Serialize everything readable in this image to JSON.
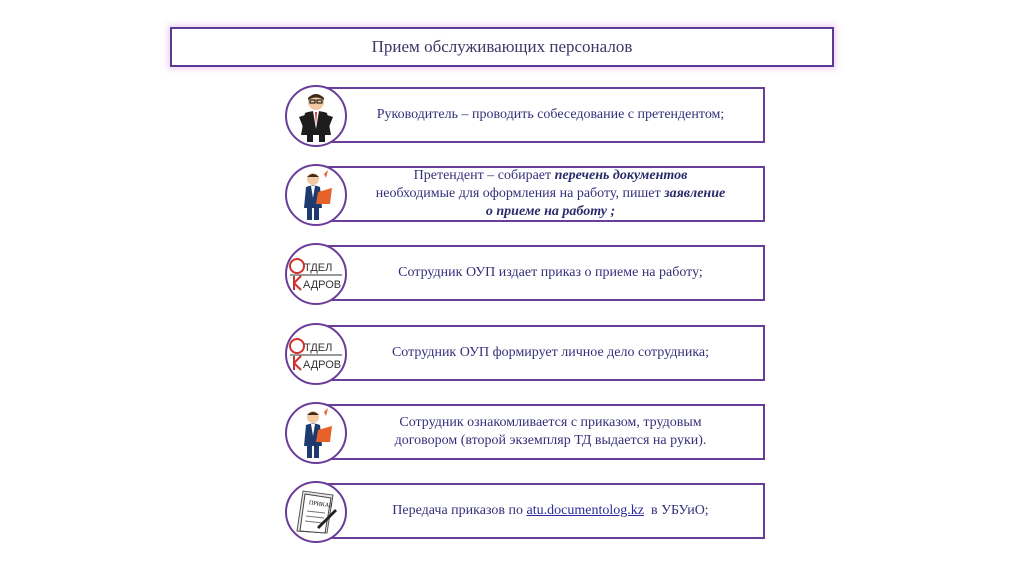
{
  "title": "Прием обслуживающих персоналов",
  "icons": {
    "manager": "businessman-icon",
    "applicant": "person-with-folder-icon",
    "hr": "hr-department-logo-icon",
    "document": "document-with-pen-icon"
  },
  "hr_logo": {
    "line1": "ТДЕЛ",
    "line2": "АДРОВ"
  },
  "document_label": "ПРИКАЗ",
  "steps": [
    {
      "text": "Руководитель – проводить собеседование с претендентом;"
    },
    {
      "text_a": "Претендент – собирает ",
      "text_em1": "перечень документов",
      "text_b": "необходимые  для оформления на работу, пишет ",
      "text_em2": "заявление",
      "text_em3": "о приеме на работу ;"
    },
    {
      "text": "Сотрудник ОУП издает приказ о приеме на работу;"
    },
    {
      "text": "Сотрудник ОУП формирует личное дело сотрудника;"
    },
    {
      "line1": "Сотрудник ознакомливается с приказом, трудовым",
      "line2": "договором (второй экземпляр ТД выдается на руки)."
    },
    {
      "text_a": "Передача приказов по ",
      "link": "atu.documentolog.kz",
      "text_b": "  в УБУиО;"
    }
  ],
  "colors": {
    "border": "#6a3d9a",
    "text": "#34307a",
    "title_glow": "#dc96dc"
  }
}
